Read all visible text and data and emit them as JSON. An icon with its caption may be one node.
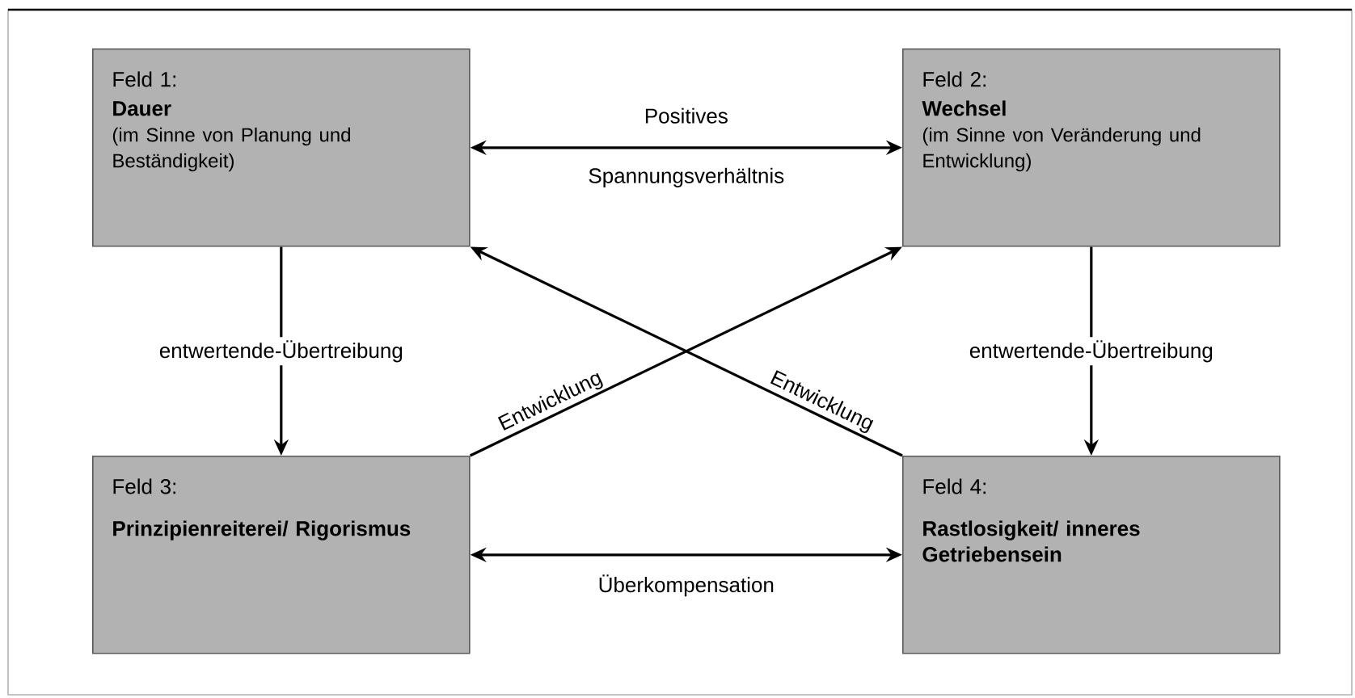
{
  "diagram": {
    "nodes": [
      {
        "text": [
          "Feld 1:",
          "Dauer",
          "(im Sinne von Planung und Beständigkeit)"
        ]
      },
      {
        "text": [
          "Feld 2:",
          "Wechsel",
          "(im Sinne von Veränderung und Entwicklung)"
        ]
      },
      {
        "text": [
          "Feld 3:",
          "Prinzipienreiterei/ Rigorismus"
        ]
      },
      {
        "text": [
          "Feld 4:",
          "Rastlosigkeit/ inneres Getriebensein"
        ]
      }
    ],
    "edges": [
      {
        "from": 0,
        "to": 1,
        "arrow": "both",
        "label": "Positives Spannungsverhältnis"
      },
      {
        "from": 0,
        "to": 2,
        "arrow": "to",
        "label": "entwertende-Übertreibung"
      },
      {
        "from": 1,
        "to": 3,
        "arrow": "to",
        "label": "entwertende-Übertreibung"
      },
      {
        "from": 2,
        "to": 1,
        "arrow": "to",
        "label": "Entwicklung"
      },
      {
        "from": 3,
        "to": 0,
        "arrow": "to",
        "label": "Entwicklung"
      },
      {
        "from": 2,
        "to": 3,
        "arrow": "both",
        "label": "Überkompensation"
      }
    ]
  }
}
